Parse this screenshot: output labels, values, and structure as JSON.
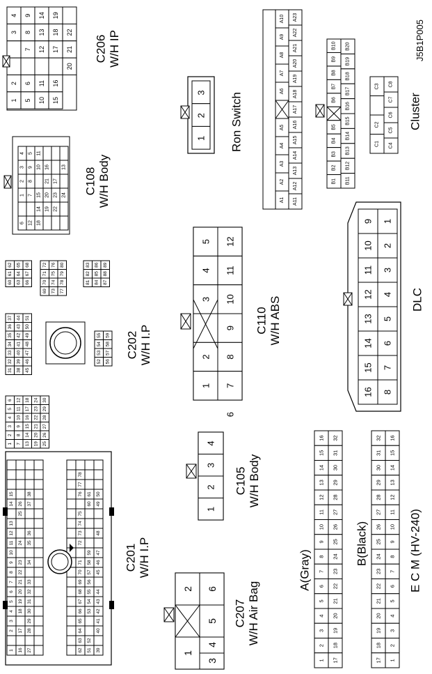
{
  "figure_code": "J5B1P005",
  "connectors": [
    {
      "id": "c206",
      "name": "C206",
      "sub": "W/H IP"
    },
    {
      "id": "c108",
      "name": "C108",
      "sub": "W/H Body"
    },
    {
      "id": "c202",
      "name": "C202",
      "sub": "W/H I.P"
    },
    {
      "id": "c201",
      "name": "C201",
      "sub": "W/H I.P"
    },
    {
      "id": "c207",
      "name": "C207",
      "sub": "W/H Air Bag"
    },
    {
      "id": "c105",
      "name": "C105",
      "sub": "W/H Body"
    },
    {
      "id": "c110",
      "name": "C110",
      "sub": "W/H ABS"
    },
    {
      "id": "ron",
      "name": "Ron Switch",
      "sub": ""
    },
    {
      "id": "dlc",
      "name": "DLC",
      "sub": ""
    },
    {
      "id": "cluster",
      "name": "Cluster",
      "sub": ""
    }
  ],
  "ecm": {
    "name": "E C M (HV-240)",
    "a_label": "A(Gray)",
    "b_label": "B(Black)"
  },
  "c206_pins": [
    "1",
    "2",
    "3",
    "4",
    "5",
    "6",
    "7",
    "8",
    "9",
    "10",
    "11",
    "12",
    "13",
    "14",
    "15",
    "16",
    "17",
    "18",
    "19",
    "20",
    "21",
    "22"
  ],
  "c207_pins": [
    "1",
    "2",
    "3",
    "4",
    "5",
    "6"
  ],
  "c105_pins": [
    "1",
    "2",
    "3",
    "4"
  ],
  "ron_pins": [
    "1",
    "2",
    "3"
  ],
  "c110_pins": [
    "1",
    "2",
    "3",
    "4",
    "5",
    "6",
    "7",
    "8",
    "9",
    "10",
    "11",
    "12"
  ],
  "dlc_pins": [
    "1",
    "2",
    "3",
    "4",
    "5",
    "6",
    "7",
    "8",
    "9",
    "10",
    "11",
    "12",
    "13",
    "14",
    "15",
    "16"
  ],
  "cluster_a_pins": [
    "A1",
    "A2",
    "A3",
    "A4",
    "A5",
    "A6",
    "A7",
    "A8",
    "A9",
    "A10",
    "A11",
    "A12",
    "A13",
    "A14",
    "A15",
    "A16",
    "A17",
    "A18",
    "A19",
    "A20",
    "A21",
    "A22",
    "A23"
  ],
  "cluster_b_pins": [
    "B1",
    "B2",
    "B3",
    "B4",
    "B5",
    "B6",
    "B7",
    "B8",
    "B9",
    "B10",
    "B11",
    "B12",
    "B13",
    "B14",
    "B15",
    "B16",
    "B17",
    "B18",
    "B19",
    "B20"
  ],
  "cluster_c_pins": [
    "C1",
    "C2",
    "C3",
    "C4",
    "C5",
    "C6",
    "C7",
    "C8"
  ],
  "ecm_a_pins": [
    "1",
    "2",
    "3",
    "4",
    "5",
    "6",
    "7",
    "8",
    "9",
    "10",
    "11",
    "12",
    "13",
    "14",
    "15",
    "16",
    "17",
    "18",
    "19",
    "20",
    "21",
    "22",
    "23",
    "24",
    "25",
    "26",
    "27",
    "28",
    "29",
    "30",
    "31",
    "32"
  ],
  "ecm_b_pins": [
    "1",
    "2",
    "3",
    "4",
    "5",
    "6",
    "7",
    "8",
    "9",
    "10",
    "11",
    "12",
    "13",
    "14",
    "15",
    "16",
    "17",
    "18",
    "19",
    "20",
    "21",
    "22",
    "23",
    "24",
    "25",
    "26",
    "27",
    "28",
    "29",
    "30",
    "31",
    "32"
  ],
  "c108_pins": [
    "1",
    "2",
    "3",
    "4",
    "5",
    "6",
    "7",
    "8",
    "9",
    "10",
    "11",
    "12",
    "13",
    "14",
    "15",
    "16",
    "17",
    "18",
    "19",
    "20",
    "21",
    "22",
    "23",
    "24"
  ],
  "c202_pins": [
    "1",
    "2",
    "3",
    "4",
    "5",
    "6",
    "7",
    "8",
    "9",
    "10",
    "11",
    "12",
    "13",
    "14",
    "15",
    "16",
    "17",
    "18",
    "19",
    "20",
    "21",
    "22",
    "23",
    "24",
    "25",
    "26",
    "27",
    "28",
    "29",
    "30",
    "31",
    "32",
    "33",
    "34",
    "35",
    "36",
    "37",
    "38",
    "39",
    "40",
    "41",
    "42",
    "43",
    "44",
    "45",
    "46",
    "47",
    "48",
    "49",
    "50",
    "51",
    "52",
    "53",
    "54",
    "55",
    "56",
    "57",
    "58",
    "59",
    "60",
    "61",
    "62",
    "63",
    "64",
    "65",
    "66",
    "67",
    "68",
    "69",
    "70",
    "71",
    "72",
    "73",
    "74",
    "75",
    "76",
    "77",
    "78",
    "79",
    "80",
    "81",
    "82",
    "83",
    "84",
    "85",
    "86",
    "87",
    "88",
    "89"
  ],
  "c201_pins": [
    "1",
    "2",
    "3",
    "4",
    "5",
    "6",
    "7",
    "8",
    "9",
    "10",
    "11",
    "12",
    "13",
    "14",
    "15",
    "16",
    "17",
    "18",
    "19",
    "20",
    "21",
    "22",
    "23",
    "24",
    "25",
    "26",
    "27",
    "28",
    "29",
    "30",
    "31",
    "32",
    "33",
    "34",
    "35",
    "36",
    "37",
    "38",
    "39",
    "40",
    "41",
    "42",
    "43",
    "44",
    "45",
    "46",
    "47",
    "48",
    "49",
    "50",
    "51",
    "52",
    "53",
    "54",
    "55",
    "56",
    "57",
    "58",
    "59",
    "60",
    "61",
    "62",
    "63",
    "64",
    "65",
    "66",
    "67",
    "68",
    "69",
    "70",
    "71",
    "72",
    "73",
    "74",
    "75",
    "76",
    "77",
    "78"
  ]
}
